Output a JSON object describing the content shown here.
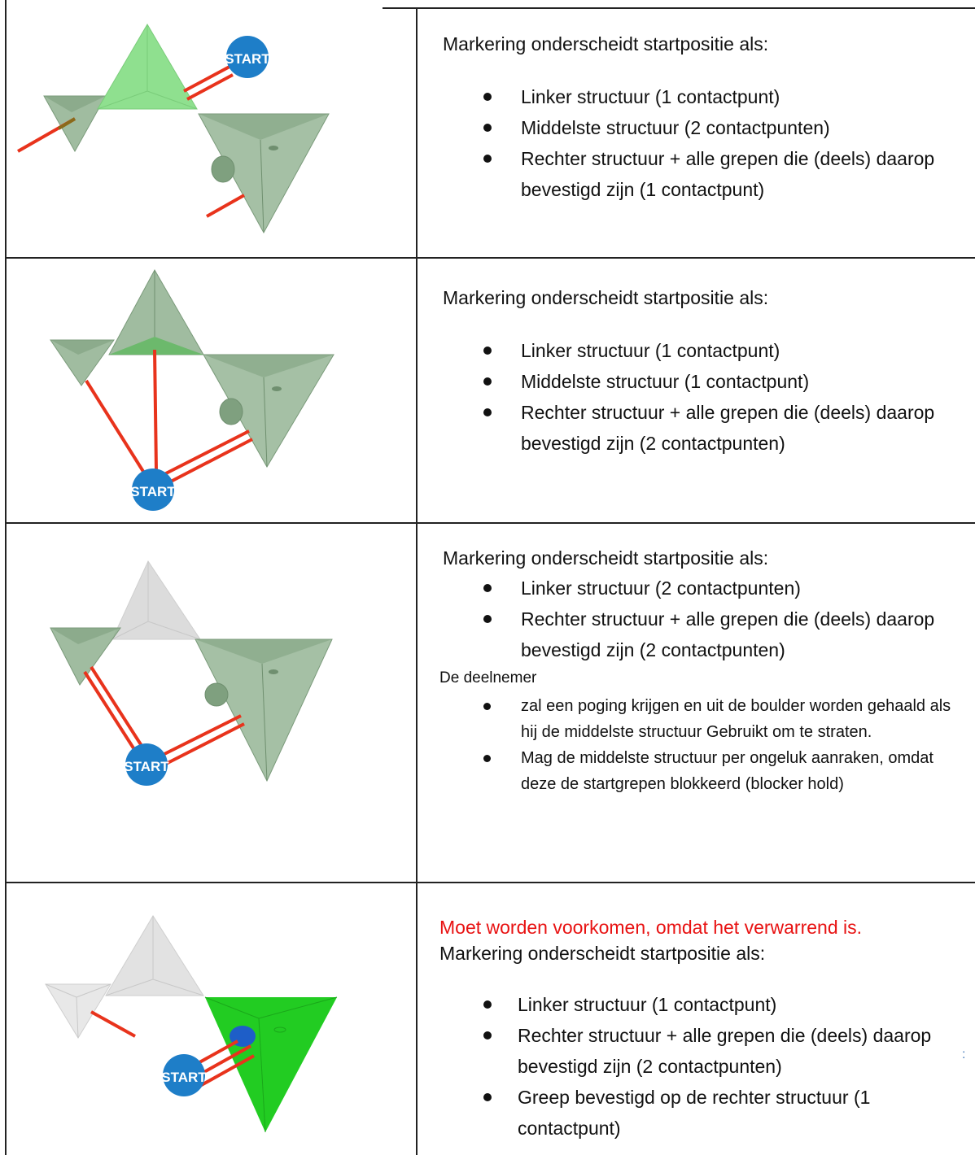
{
  "rows": [
    {
      "heading": "Markering onderscheidt startpositie als:",
      "bullets": [
        "Linker structuur (1 contactpunt)",
        "Middelste structuur (2 contactpunten)",
        "Rechter structuur + alle grepen die (deels) daarop bevestigd zijn (1 contactpunt)"
      ],
      "badge": "START"
    },
    {
      "heading": "Markering onderscheidt startpositie als:",
      "bullets": [
        "Linker structuur (1 contactpunt)",
        "Middelste structuur (1 contactpunt)",
        "Rechter structuur + alle grepen die (deels) daarop bevestigd zijn (2 contactpunten)"
      ],
      "badge": "START"
    },
    {
      "heading": "Markering onderscheidt startpositie als:",
      "bullets": [
        "Linker structuur (2 contactpunten)",
        "Rechter structuur + alle grepen die (deels) daarop bevestigd zijn (2 contactpunten)"
      ],
      "subheading": "De deelnemer",
      "sub_bullets": [
        "zal een poging krijgen en uit de boulder worden gehaald als hij de middelste structuur Gebruikt om te straten.",
        "Mag de middelste structuur per ongeluk aanraken, omdat deze de startgrepen blokkeerd (blocker hold)"
      ],
      "badge": "START"
    },
    {
      "warning": "Moet worden voorkomen, omdat het verwarrend is.",
      "heading": "Markering onderscheidt startpositie als:",
      "bullets": [
        "Linker structuur (1 contactpunt)",
        "Rechter structuur + alle grepen die (deels) daarop bevestigd zijn (2 contactpunten)",
        "Greep bevestigd op de rechter structuur (1 contactpunt)"
      ],
      "badge": "START"
    }
  ],
  "stray_mark": ":",
  "colors": {
    "highlight_green": "#8fe08f",
    "muted_green": "#8fb08f",
    "bright_green": "#22cc22",
    "grey_volume": "#dcdcdc",
    "tape_red": "#e8331c",
    "badge_blue": "#1e7ec8",
    "warning_red": "#e81212"
  }
}
